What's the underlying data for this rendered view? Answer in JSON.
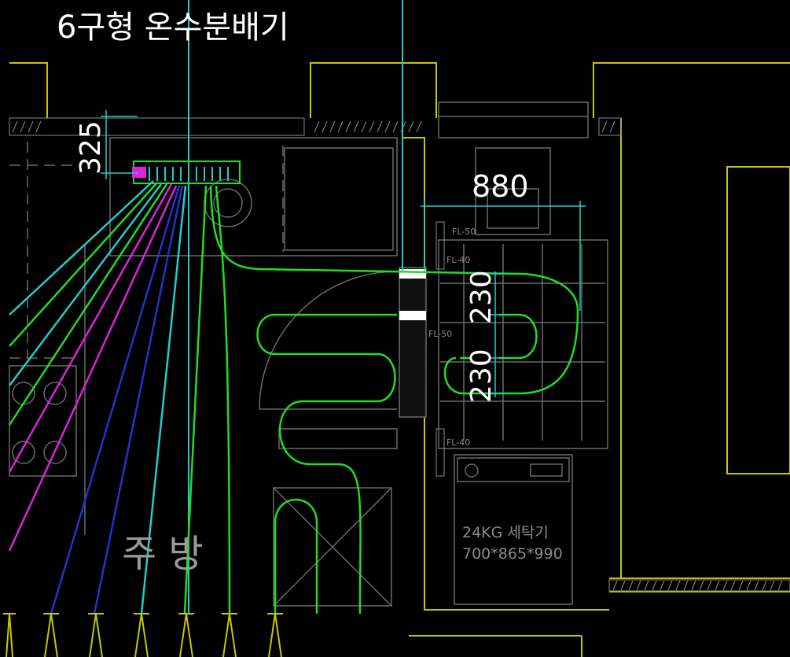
{
  "title": "6구형 온수분배기",
  "room_label": "주 방",
  "dimensions": {
    "manifold_offset": "325",
    "width": "880",
    "spacing_1": "230",
    "spacing_2": "230"
  },
  "floor_levels": [
    "FL-50",
    "FL-40",
    "FL-50",
    "FL-40"
  ],
  "washer": {
    "line1": "24KG 세탁기",
    "line2": "700*865*990"
  },
  "colors": {
    "background": "#000000",
    "wall": "#c8c800",
    "fixture": "#6a6a6a",
    "pipe_green": "#22dd22",
    "pipe_cyan": "#22cccc",
    "pipe_magenta": "#dd22dd",
    "pipe_blue": "#2233cc",
    "dimension": "#22cccc",
    "text_white": "#ffffff",
    "text_gray": "#9a9a9a"
  }
}
